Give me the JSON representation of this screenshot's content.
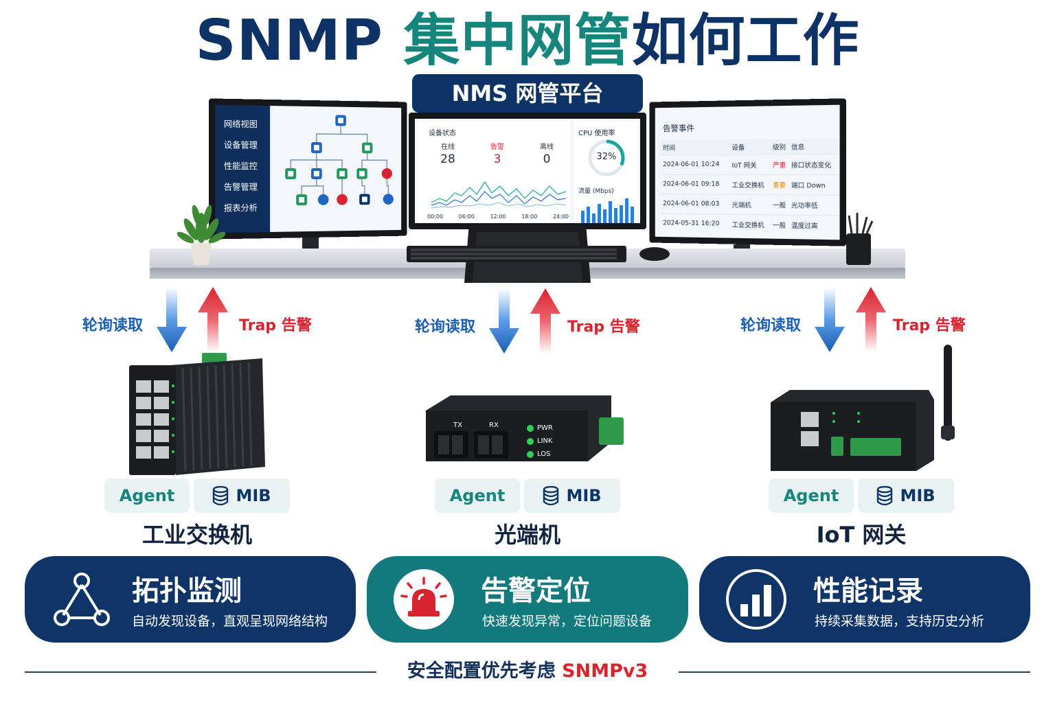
{
  "title": {
    "part1": "SNMP ",
    "part2": "集中网管",
    "part3": "如何工作"
  },
  "nms_label": "NMS 网管平台",
  "left_monitor": {
    "menu": [
      "网络视图",
      "设备管理",
      "性能监控",
      "告警管理",
      "报表分析"
    ]
  },
  "center_monitor": {
    "device_status": {
      "title": "设备状态",
      "online_label": "在线",
      "online_value": "28",
      "alarm_label": "告警",
      "alarm_value": "3",
      "offline_label": "离线",
      "offline_value": "0"
    },
    "time_ticks": [
      "00:00",
      "06:00",
      "12:00",
      "18:00",
      "24:00"
    ],
    "cpu": {
      "title": "CPU 使用率",
      "value": "32%",
      "percent": 32
    },
    "traffic_title": "流量 (Mbps)"
  },
  "right_monitor": {
    "title": "告警事件",
    "headers": [
      "时间",
      "设备",
      "级别",
      "信息"
    ],
    "rows": [
      [
        "2024-06-01 10:24",
        "IoT 网关",
        "严重",
        "接口状态变化"
      ],
      [
        "2024-06-01 09:18",
        "工业交换机",
        "重要",
        "端口 Down"
      ],
      [
        "2024-06-01 08:03",
        "光端机",
        "一般",
        "光功率低"
      ],
      [
        "2024-05-31 16:20",
        "工业交换机",
        "一般",
        "温度过高"
      ]
    ],
    "level_colors": {
      "严重": "#d9232e",
      "重要": "#e08a00",
      "一般": "#1a2c44"
    }
  },
  "arrows": {
    "poll_label": "轮询读取",
    "trap_label": "Trap 告警",
    "poll_color": "#1a5fb4",
    "trap_color": "#d9232e"
  },
  "devices": [
    {
      "name": "工业交换机",
      "agent": "Agent",
      "mib": "MIB"
    },
    {
      "name": "光端机",
      "agent": "Agent",
      "mib": "MIB",
      "ports": [
        "TX",
        "RX"
      ],
      "leds": [
        "PWR",
        "LINK",
        "LOS"
      ]
    },
    {
      "name": "IoT 网关",
      "agent": "Agent",
      "mib": "MIB"
    }
  ],
  "cards": [
    {
      "title": "拓扑监测",
      "subtitle": "自动发现设备，直观呈现网络结构",
      "icon": "topology-icon",
      "color": "#0f3468"
    },
    {
      "title": "告警定位",
      "subtitle": "快速发现异常，定位问题设备",
      "icon": "siren-icon",
      "color": "#12797c"
    },
    {
      "title": "性能记录",
      "subtitle": "持续采集数据，支持历史分析",
      "icon": "bar-chart-icon",
      "color": "#0f3468"
    }
  ],
  "footer": {
    "part1": "安全配置优先考虑 ",
    "part2": "SNMPv3"
  },
  "colors": {
    "navy": "#0d3366",
    "teal": "#16867d",
    "red": "#d9232e",
    "blue": "#1a5fb4"
  }
}
